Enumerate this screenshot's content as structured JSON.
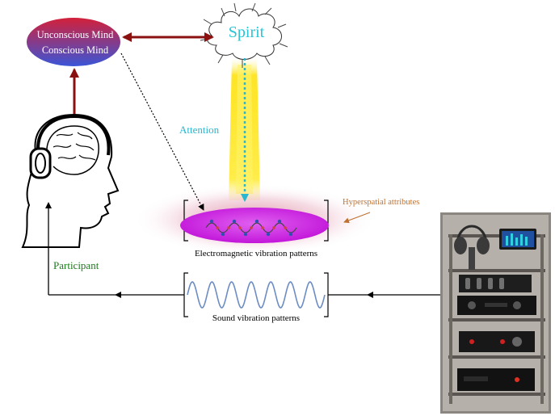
{
  "mind": {
    "unconscious": "Unconscious Mind",
    "conscious": "Conscious Mind",
    "color_top": "#d3203a",
    "color_bottom": "#3a55d8"
  },
  "spirit": {
    "label": "Spirit",
    "color": "#28c6d6"
  },
  "attention": {
    "label": "Attention",
    "beam_color": "#ffe000"
  },
  "hyperspatial": {
    "label": "Hyperspatial attributes"
  },
  "electromagnetic": {
    "label": "Electromagnetic vibration patterns",
    "color": "#d018e8"
  },
  "sound": {
    "label": "Sound vibration patterns"
  },
  "participant": {
    "label": "Participant"
  },
  "colors": {
    "mind_link": "#8b1010",
    "sound_path": "#000000",
    "sine": "#6c8cc4"
  }
}
